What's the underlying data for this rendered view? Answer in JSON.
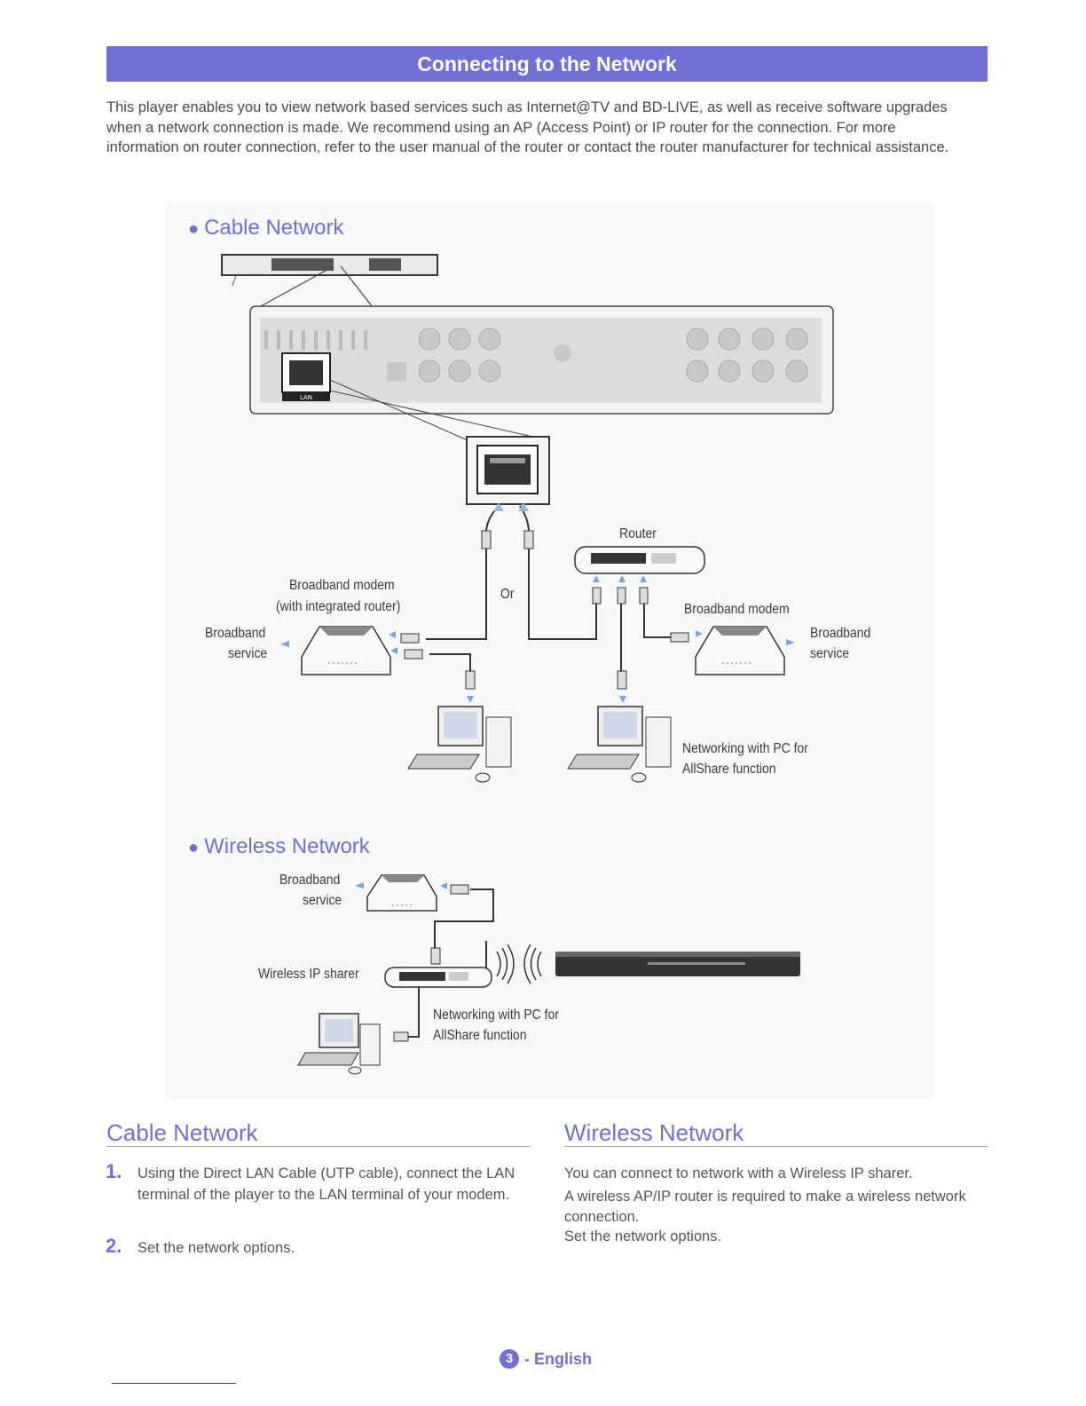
{
  "banner": {
    "title": "Connecting to the Network"
  },
  "intro": "This player enables you to view network based services such as Internet@TV and BD-LIVE, as well as receive software upgrades when a network connection is made. We recommend using an AP (Access Point) or IP router for the connection. For more information on router connection, refer to the user manual of the router or contact the router manufacturer for technical assistance.",
  "diagram": {
    "cable_title": "Cable Network",
    "wireless_title": "Wireless Network",
    "player_port_label": "LAN",
    "router_label": "Router",
    "or_label": "Or",
    "modem_integrated_line1": "Broadband modem",
    "modem_integrated_line2": "(with integrated router)",
    "modem_label": "Broadband modem",
    "broadband_left_line1": "Broadband",
    "broadband_left_line2": "service",
    "broadband_right_line1": "Broadband",
    "broadband_right_line2": "service",
    "pc_cable_line1": "Networking with PC for",
    "pc_cable_line2": "AllShare function",
    "wl_broadband_line1": "Broadband",
    "wl_broadband_line2": "service",
    "wireless_sharer_label": "Wireless IP sharer",
    "pc_wireless_line1": "Networking with PC for",
    "pc_wireless_line2": "AllShare function"
  },
  "cable_section": {
    "title": "Cable Network",
    "steps": [
      {
        "num": "1.",
        "text": "Using the Direct LAN Cable (UTP cable), connect the LAN terminal of the player to the LAN terminal of your modem."
      },
      {
        "num": "2.",
        "text": "Set the network options."
      }
    ]
  },
  "wireless_section": {
    "title": "Wireless Network",
    "para1": "You can connect to network with a Wireless IP sharer.",
    "para2": "A wireless AP/IP router is required to make a wireless network connection.",
    "para3": "Set the network options."
  },
  "footer": {
    "page": "3",
    "language": "- English"
  },
  "colors": {
    "accent": "#6f6fd4",
    "text": "#4a4a4a"
  }
}
